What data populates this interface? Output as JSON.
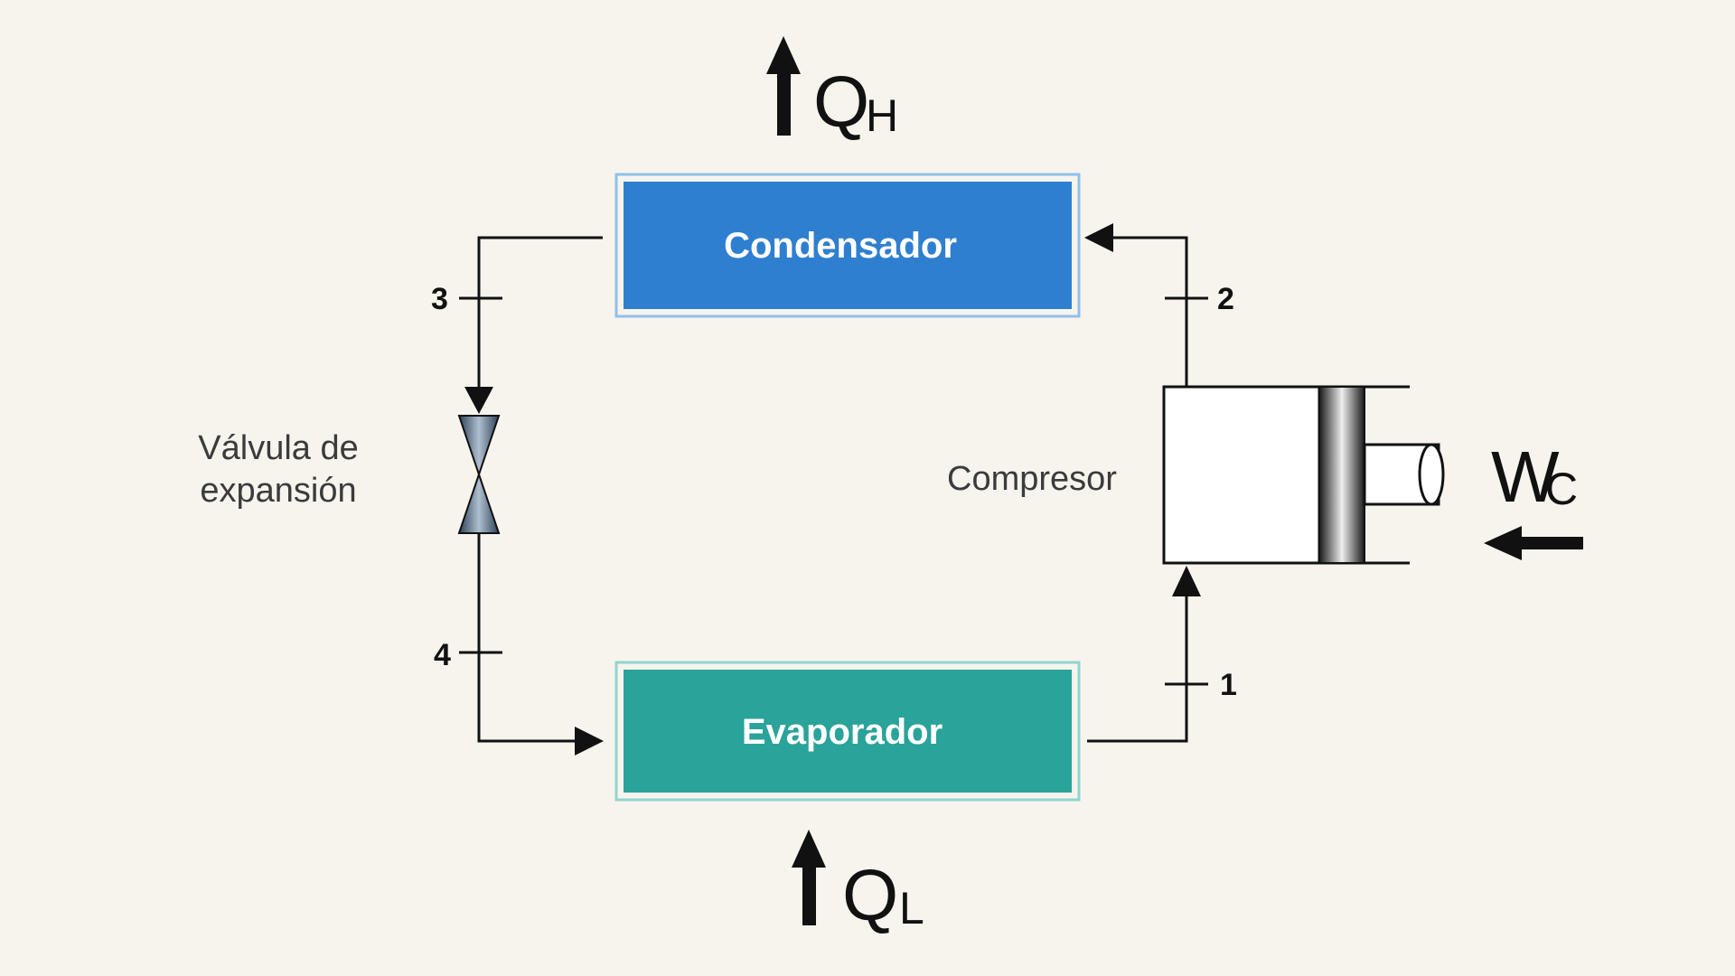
{
  "components": {
    "condenser": {
      "label": "Condensador",
      "color": "#2f7fd0"
    },
    "evaporator": {
      "label": "Evaporador",
      "color": "#2aa39a"
    },
    "valve": {
      "label_line1": "Válvula de",
      "label_line2": "expansión"
    },
    "compressor": {
      "label": "Compresor"
    }
  },
  "states": {
    "s1": "1",
    "s2": "2",
    "s3": "3",
    "s4": "4"
  },
  "heat_out": {
    "symbol": "Q",
    "subscript": "H"
  },
  "heat_in": {
    "symbol": "Q",
    "subscript": "L"
  },
  "work_in": {
    "symbol": "W",
    "subscript": "C"
  },
  "colors": {
    "background": "#f7f4ee",
    "line": "#111111"
  }
}
